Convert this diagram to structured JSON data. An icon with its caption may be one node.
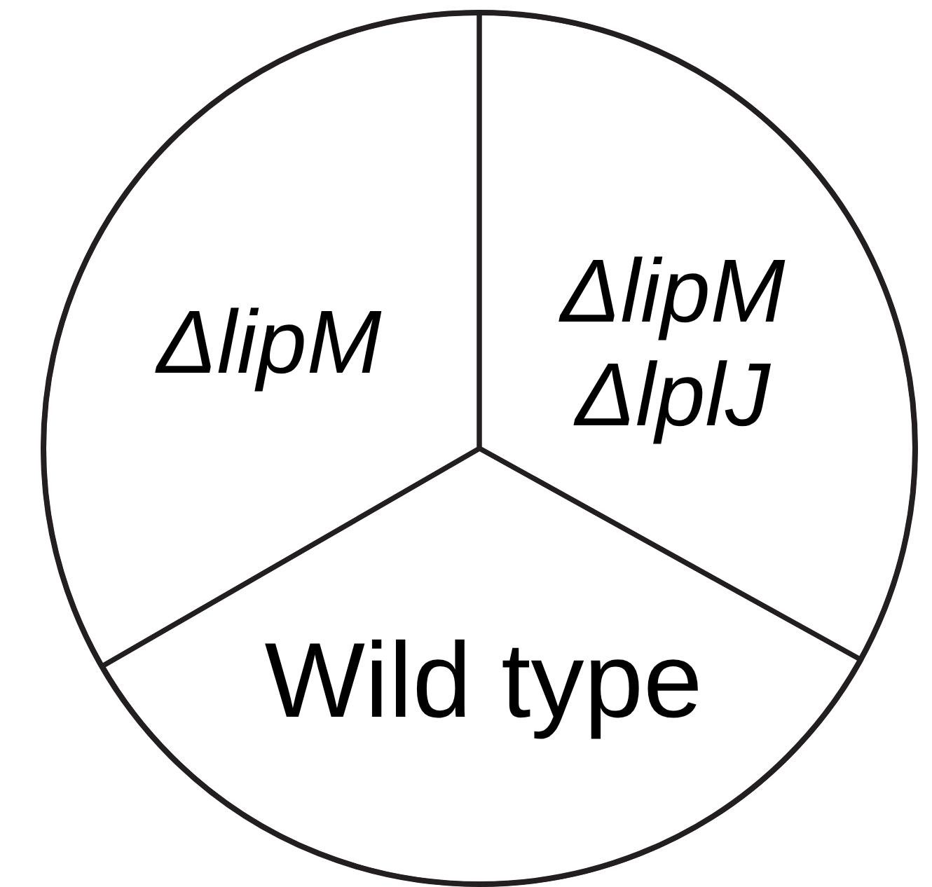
{
  "diagram": {
    "nodes": [
      {
        "text": [],
        "shape": "circle"
      },
      {
        "text": [
          "ΔlipM"
        ],
        "in": 0
      },
      {
        "text": [
          "ΔlipM ΔlplJ"
        ],
        "in": 0
      },
      {
        "text": [
          "Wild type"
        ],
        "in": 0
      }
    ]
  }
}
